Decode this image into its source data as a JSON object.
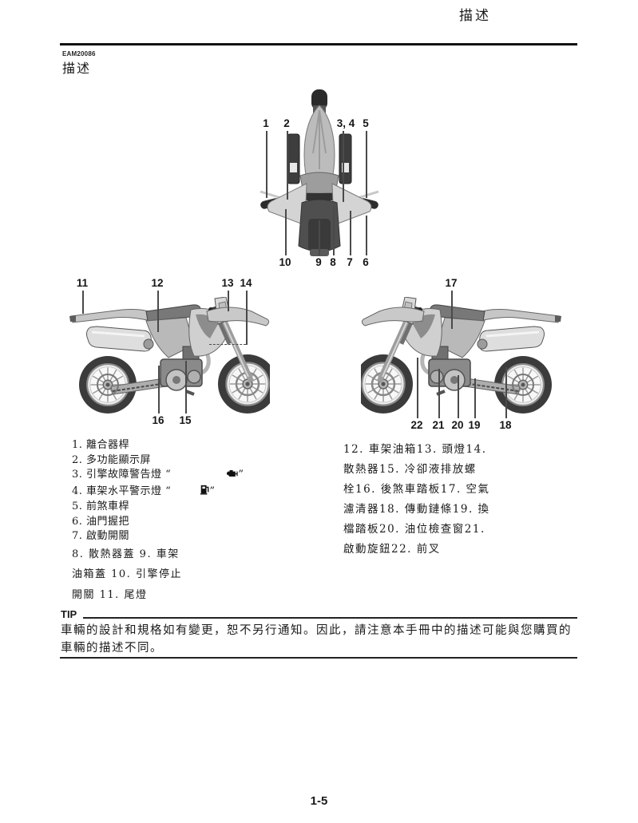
{
  "page": {
    "running_header": "描述",
    "doc_code": "EAM20086",
    "section_title": "描述",
    "page_number": "1-5",
    "ink_color": "#1a1a1a"
  },
  "figures": {
    "front_view": {
      "description": "motorcycle handlebar / front top view",
      "callouts_top": [
        "1",
        "2",
        "3, 4",
        "5"
      ],
      "callouts_bottom": [
        "10",
        "9",
        "8",
        "7",
        "6"
      ]
    },
    "left_side_view": {
      "description": "motorcycle left side view",
      "callouts_top": [
        "11",
        "12",
        "13",
        "14"
      ],
      "callouts_bottom": [
        "16",
        "15"
      ]
    },
    "right_side_view": {
      "description": "motorcycle right side view",
      "callouts_top": [
        "17"
      ],
      "callouts_bottom": [
        "22",
        "21",
        "20",
        "19",
        "18"
      ]
    }
  },
  "parts_left": {
    "lines": [
      {
        "text": "1. 離合器桿"
      },
      {
        "text": "2. 多功能顯示屏"
      },
      {
        "text": "3. 引擎故障警告燈 “",
        "icon": "engine-trouble-warning-light-icon",
        "suffix": "”"
      },
      {
        "text": "4. 車架水平警示燈 “",
        "icon": "fuel-level-warning-light-icon",
        "suffix": "”"
      },
      {
        "text": "5. 前煞車桿"
      },
      {
        "text": "6. 油門握把"
      },
      {
        "text": "7. 啟動開關"
      },
      {
        "text": "8. 散熱器蓋 9. 車架"
      },
      {
        "text": "油箱蓋 10. 引擎停止"
      },
      {
        "text": "開關 11. 尾燈"
      }
    ]
  },
  "parts_right": {
    "lines": [
      "12. 車架油箱13. 頭燈14.",
      "散熱器15. 冷卻液排放螺",
      "栓16. 後煞車踏板17. 空氣",
      "濾清器18. 傳動鏈條19. 換",
      "檔踏板20. 油位檢查窗21.",
      "啟動旋鈕22. 前叉"
    ]
  },
  "tip": {
    "label": "TIP",
    "body": "車輛的設計和規格如有變更，恕不另行通知。因此，請注意本手冊中的描述可能與您購買的車輛的描述不同。"
  }
}
